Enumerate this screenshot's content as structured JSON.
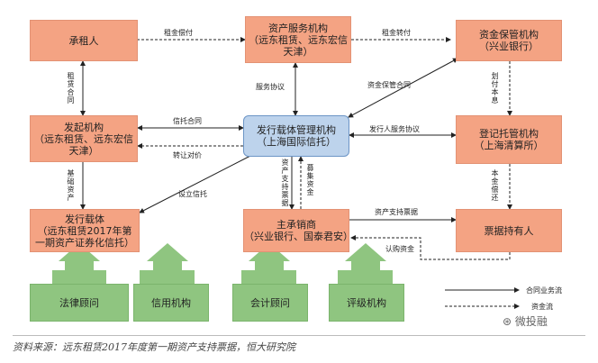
{
  "nodes": {
    "lessee": "承租人",
    "asset_service_1": "资产服务机构",
    "asset_service_2": "（远东租赁、远东宏信",
    "asset_service_3": "天津）",
    "custodian_1": "资金保管机构",
    "custodian_2": "（兴业银行）",
    "originator_1": "发起机构",
    "originator_2": "（远东租赁、远东宏信",
    "originator_3": "天津）",
    "issuer_mgr_1": "发行载体管理机构",
    "issuer_mgr_2": "（上海国际信托）",
    "registrar_1": "登记托管机构",
    "registrar_2": "（上海清算所）",
    "vehicle_1": "发行载体",
    "vehicle_2": "（远东租赁2017年第",
    "vehicle_3": "一期资产证券化信托）",
    "underwriter_1": "主承销商",
    "underwriter_2": "（兴业银行、国泰君安）",
    "holder": "票据持有人"
  },
  "agencies": [
    "法律顾问",
    "信用机构",
    "会计顾问",
    "评级机构"
  ],
  "edge_labels": {
    "rent_payment": "租金偿付",
    "rent_transfer": "租金转付",
    "lease_contract": [
      "租",
      "赁",
      "合",
      "同"
    ],
    "service_agreement": "服务协议",
    "custody_contract": "资金保管合同",
    "principal_interest": [
      "划",
      "付",
      "本",
      "息"
    ],
    "trust_contract": "信托合同",
    "issuer_service": "发行人服务协议",
    "transfer_price": "转让对价",
    "underlying_asset": [
      "基",
      "础",
      "资",
      "产"
    ],
    "abn_support": [
      "资",
      "产",
      "支",
      "持",
      "票",
      "据"
    ],
    "raised_funds": [
      "募",
      "集",
      "资",
      "金"
    ],
    "repay_principal": [
      "本",
      "金",
      "偿",
      "还"
    ],
    "set_trust": "设立信托",
    "abn": "资产支持票据",
    "subscription": "认购资金"
  },
  "legend": {
    "contract_flow": "合同业务流",
    "fund_flow": "资金流"
  },
  "watermark": "微投融",
  "source": "资料来源：远东租赁2017年度第一期资产支持票据，恒大研究院"
}
